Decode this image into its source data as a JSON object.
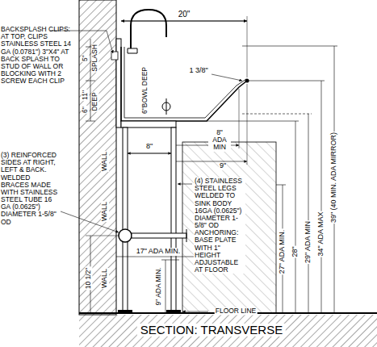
{
  "diagram": {
    "title": "SECTION: TRANSVERSE",
    "labels": [
      "BACKSPLASH CLIPS: AT TOP, CLIPS STAINLESS STEEL 14 GA (0.0781\") 3\"X4\" AT BACK SPLASH TO STUD OF WALL OR BLOCKING WITH 2 SCREW EACH CLIP",
      "(3) REINFORCED SIDES AT RIGHT, LEFT & BACK. WELDED BRACES MADE WITH STAINLESS STEEL TUBE 16 GA (0.0625\") DIAMETER 1-5/8\" OD",
      "(4) STAINLESS STEEL LEGS WELDED TO SINK BODY 16GA (0.0625\") DIAMETER 1-5/8\" OD ANCHORING: BASE PLATE WITH 1\" HEIGHT ADJUSTABLE AT FLOOR",
      "20\"",
      "1 3/8\"",
      "5\"",
      "SPLASH",
      "11\"",
      "6\"",
      "DEEP",
      "WALL",
      "WALL",
      "WALL",
      "10 1/2\"",
      "6\"BOWL DEEP",
      "8\" ADA MIN",
      "9\"",
      "8\"",
      "17\" ADA MIN.",
      "9\" ADA MIN.",
      "27\" ADA MIN.",
      "28\"",
      "29\" ADA MIN",
      "34\" ADA MAX",
      "39\" (40 MIN. ADA MIRROR)",
      "FLOOR LINE"
    ]
  }
}
